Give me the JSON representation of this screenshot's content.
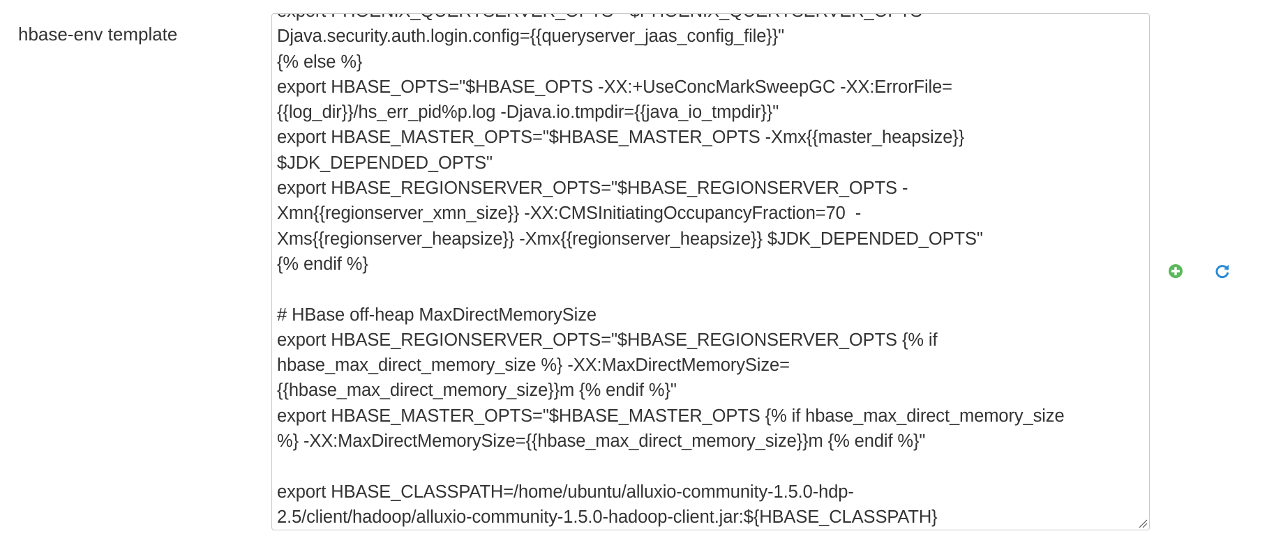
{
  "field": {
    "label": "hbase-env template"
  },
  "editor": {
    "lines": [
      "export PHOENIX_QUERYSERVER_OPTS=\"$PHOENIX_QUERYSERVER_OPTS -",
      "Djava.security.auth.login.config={{queryserver_jaas_config_file}}\"",
      "{% else %}",
      "export HBASE_OPTS=\"$HBASE_OPTS -XX:+UseConcMarkSweepGC -XX:ErrorFile=",
      "{{log_dir}}/hs_err_pid%p.log -Djava.io.tmpdir={{java_io_tmpdir}}\"",
      "export HBASE_MASTER_OPTS=\"$HBASE_MASTER_OPTS -Xmx{{master_heapsize}}",
      "$JDK_DEPENDED_OPTS\"",
      "export HBASE_REGIONSERVER_OPTS=\"$HBASE_REGIONSERVER_OPTS -",
      "Xmn{{regionserver_xmn_size}} -XX:CMSInitiatingOccupancyFraction=70  -",
      "Xms{{regionserver_heapsize}} -Xmx{{regionserver_heapsize}} $JDK_DEPENDED_OPTS\"",
      "{% endif %}",
      "",
      "# HBase off-heap MaxDirectMemorySize",
      "export HBASE_REGIONSERVER_OPTS=\"$HBASE_REGIONSERVER_OPTS {% if",
      "hbase_max_direct_memory_size %} -XX:MaxDirectMemorySize=",
      "{{hbase_max_direct_memory_size}}m {% endif %}\"",
      "export HBASE_MASTER_OPTS=\"$HBASE_MASTER_OPTS {% if hbase_max_direct_memory_size",
      "%} -XX:MaxDirectMemorySize={{hbase_max_direct_memory_size}}m {% endif %}\"",
      "",
      "export HBASE_CLASSPATH=/home/ubuntu/alluxio-community-1.5.0-hdp-",
      "2.5/client/hadoop/alluxio-community-1.5.0-hadoop-client.jar:${HBASE_CLASSPATH}"
    ]
  },
  "actions": {
    "add_icon": "plus-circle-icon",
    "refresh_icon": "refresh-icon"
  },
  "colors": {
    "add_green": "#5cb85c",
    "refresh_blue": "#2a8bd6",
    "text": "#333333",
    "border": "#c8c8c8"
  }
}
